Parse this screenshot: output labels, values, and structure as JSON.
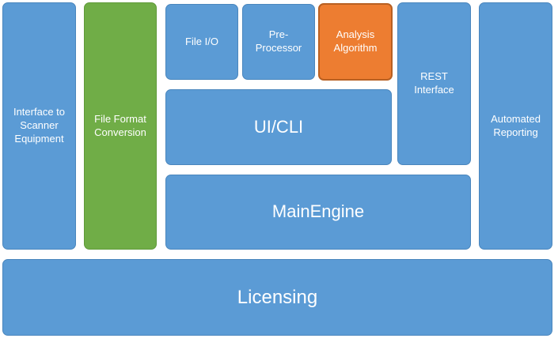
{
  "diagram": {
    "blocks": {
      "scanner_interface": {
        "label": "Interface to\nScanner\nEquipment",
        "color": "#5b9bd5"
      },
      "file_format_conversion": {
        "label": "File Format\nConversion",
        "color": "#70ad47"
      },
      "file_io": {
        "label": "File I/O",
        "color": "#5b9bd5"
      },
      "pre_processor": {
        "label": "Pre-\nProcessor",
        "color": "#5b9bd5"
      },
      "analysis_algorithm": {
        "label": "Analysis\nAlgorithm",
        "color": "#ed7d31"
      },
      "rest_interface": {
        "label": "REST\nInterface",
        "color": "#5b9bd5"
      },
      "ui_cli": {
        "label": "UI/CLI",
        "color": "#5b9bd5"
      },
      "main_engine": {
        "label": "MainEngine",
        "color": "#5b9bd5"
      },
      "automated_reporting": {
        "label": "Automated\nReporting",
        "color": "#5b9bd5"
      },
      "licensing": {
        "label": "Licensing",
        "color": "#5b9bd5"
      }
    }
  }
}
